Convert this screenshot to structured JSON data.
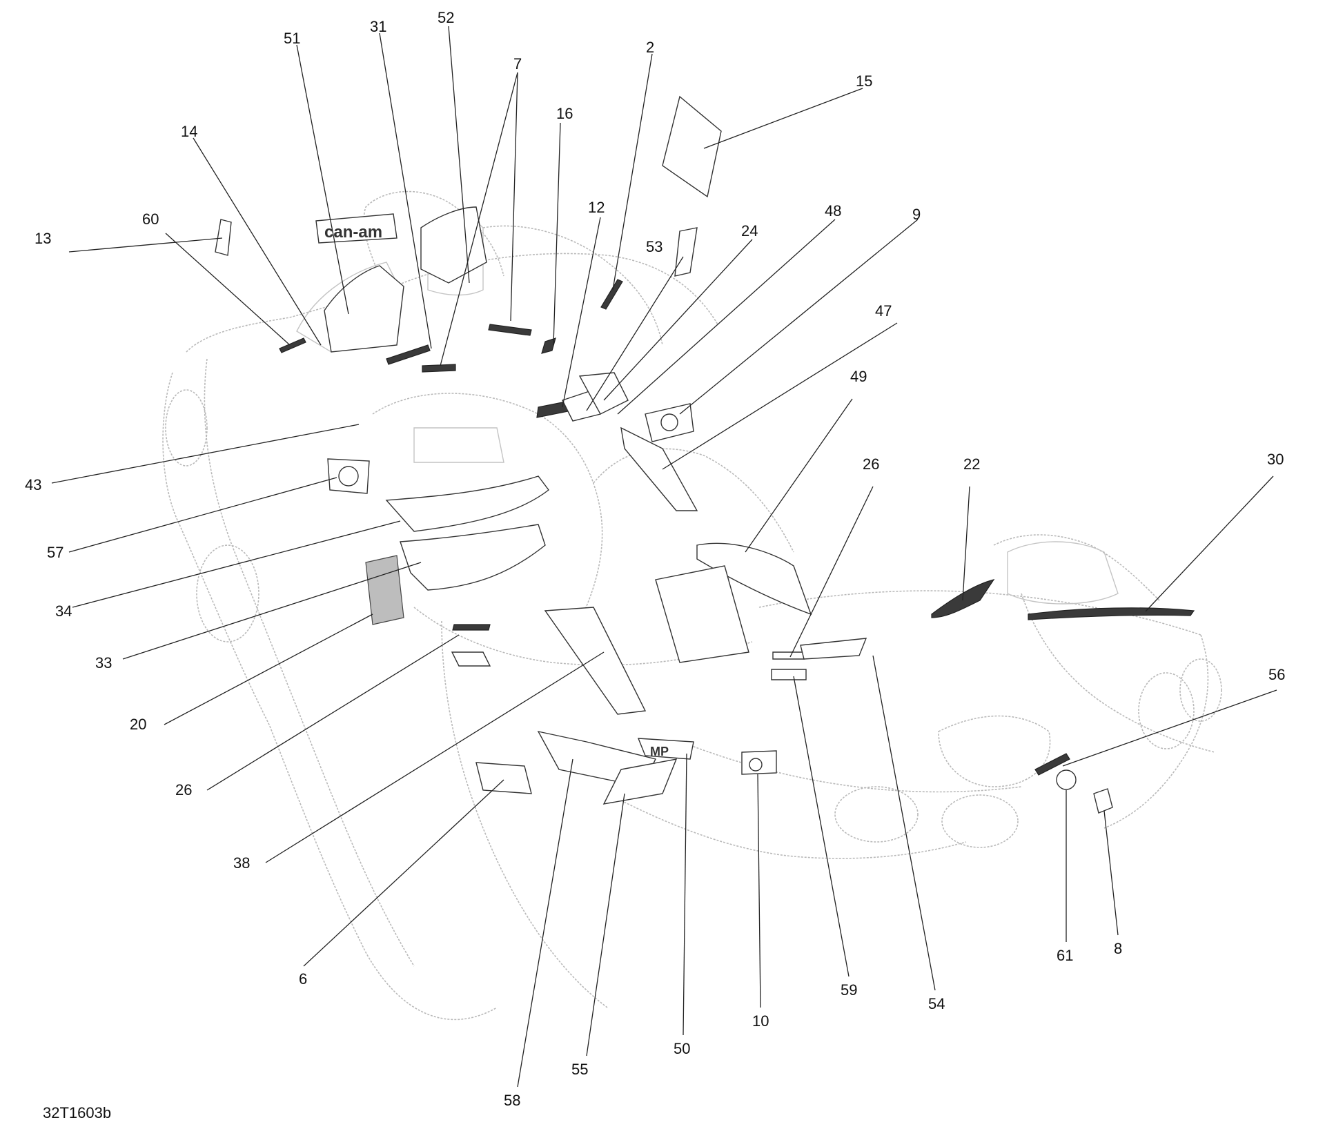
{
  "figure_code": "32T1603b",
  "callouts": [
    {
      "id": "c51",
      "label": "51"
    },
    {
      "id": "c31",
      "label": "31"
    },
    {
      "id": "c52",
      "label": "52"
    },
    {
      "id": "c2",
      "label": "2"
    },
    {
      "id": "c15",
      "label": "15"
    },
    {
      "id": "c16",
      "label": "16"
    },
    {
      "id": "c14",
      "label": "14"
    },
    {
      "id": "c12",
      "label": "12"
    },
    {
      "id": "c7",
      "label": "7"
    },
    {
      "id": "c24",
      "label": "24"
    },
    {
      "id": "c48",
      "label": "48"
    },
    {
      "id": "c9",
      "label": "9"
    },
    {
      "id": "c60",
      "label": "60"
    },
    {
      "id": "c53",
      "label": "53"
    },
    {
      "id": "c13",
      "label": "13"
    },
    {
      "id": "c47",
      "label": "47"
    },
    {
      "id": "c49",
      "label": "49"
    },
    {
      "id": "c26a",
      "label": "26"
    },
    {
      "id": "c22",
      "label": "22"
    },
    {
      "id": "c30",
      "label": "30"
    },
    {
      "id": "c43",
      "label": "43"
    },
    {
      "id": "c57",
      "label": "57"
    },
    {
      "id": "c34",
      "label": "34"
    },
    {
      "id": "c33",
      "label": "33"
    },
    {
      "id": "c56",
      "label": "56"
    },
    {
      "id": "c20",
      "label": "20"
    },
    {
      "id": "c26b",
      "label": "26"
    },
    {
      "id": "c38",
      "label": "38"
    },
    {
      "id": "c61",
      "label": "61"
    },
    {
      "id": "c8",
      "label": "8"
    },
    {
      "id": "c6",
      "label": "6"
    },
    {
      "id": "c59",
      "label": "59"
    },
    {
      "id": "c54",
      "label": "54"
    },
    {
      "id": "c10",
      "label": "10"
    },
    {
      "id": "c50",
      "label": "50"
    },
    {
      "id": "c55",
      "label": "55"
    },
    {
      "id": "c58",
      "label": "58"
    }
  ],
  "decal_text": {
    "brand_logo": "can-am",
    "panel_logo_mp": "MP"
  }
}
